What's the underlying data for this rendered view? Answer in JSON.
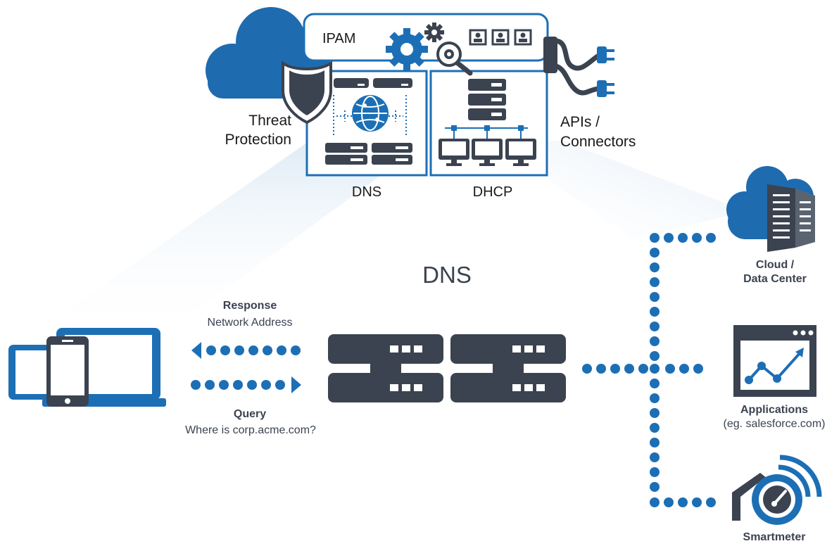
{
  "top": {
    "ipam": "IPAM",
    "threat_line1": "Threat",
    "threat_line2": "Protection",
    "apis_line1": "APIs /",
    "apis_line2": "Connectors",
    "dns_box": "DNS",
    "dhcp_box": "DHCP"
  },
  "center": {
    "title": "DNS",
    "response_title": "Response",
    "response_sub": "Network Address",
    "query_title": "Query",
    "query_sub": "Where is corp.acme.com?"
  },
  "targets": {
    "cloud_line1": "Cloud /",
    "cloud_line2": "Data Center",
    "apps_title": "Applications",
    "apps_sub": "(eg. salesforce.com)",
    "smartmeter": "Smartmeter"
  },
  "colors": {
    "primary_blue": "#1c6fb5",
    "dark_gray": "#3b4350",
    "cloud_blue": "#1e6bb0"
  }
}
